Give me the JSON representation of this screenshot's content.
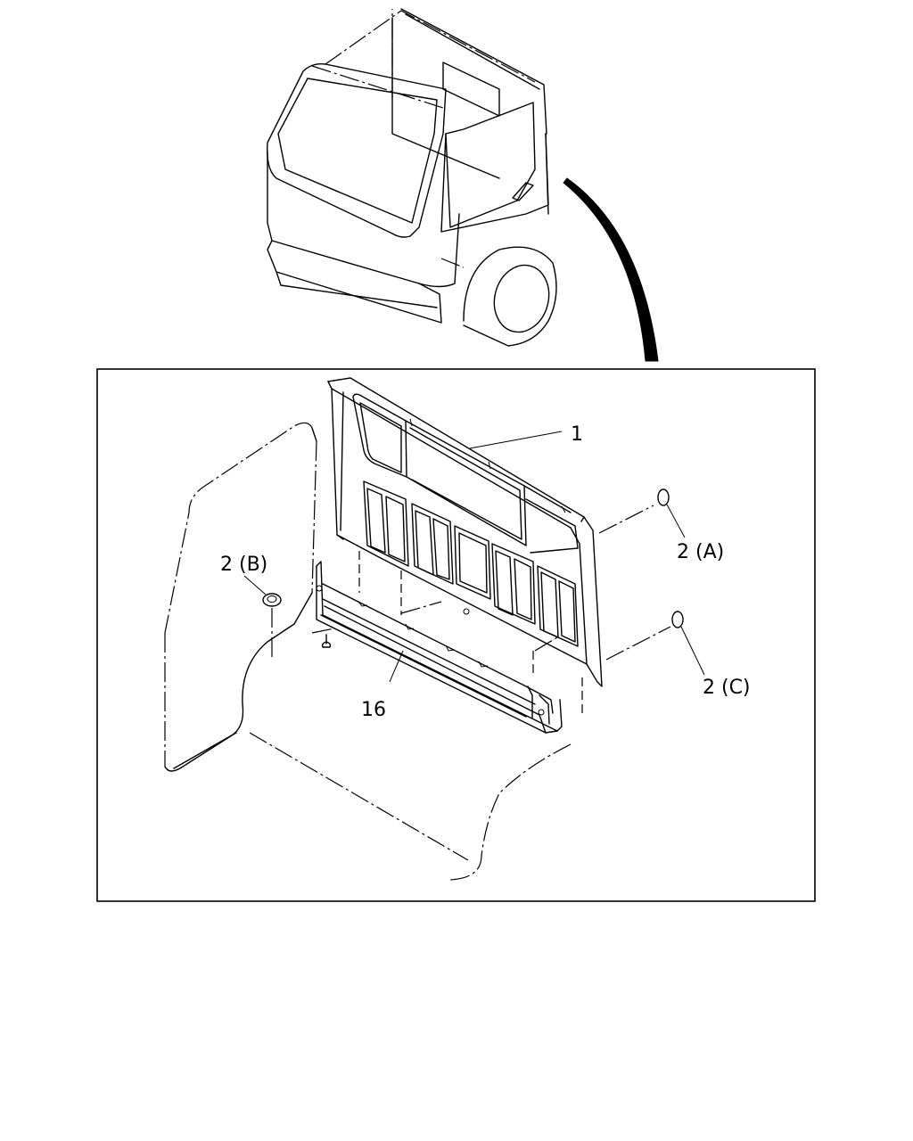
{
  "callouts": {
    "panel": "1",
    "plug_a": "2 (A)",
    "plug_b": "2 (B)",
    "plug_c": "2 (C)",
    "sill": "16"
  }
}
